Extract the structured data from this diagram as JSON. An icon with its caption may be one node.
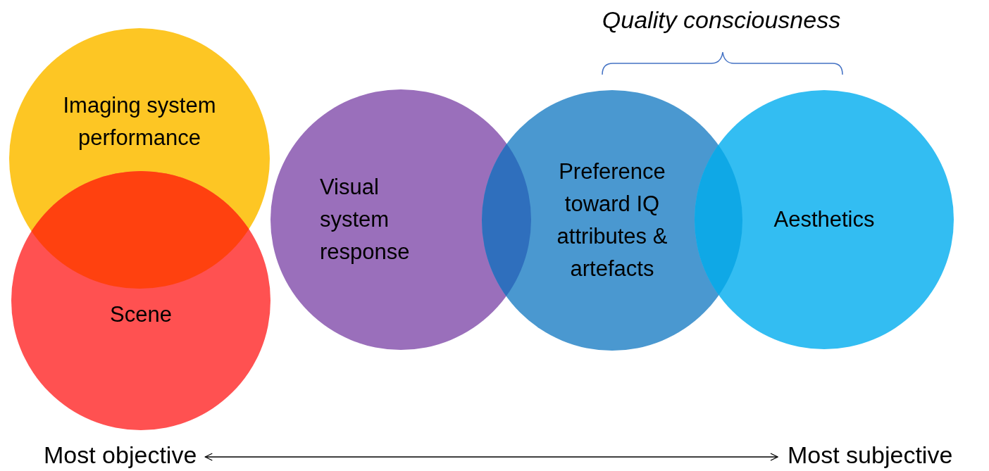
{
  "diagram": {
    "nodes": [
      {
        "text": [
          "Imaging system performance"
        ]
      },
      {
        "text": [
          "Scene"
        ]
      },
      {
        "text": [
          "Visual system response"
        ]
      },
      {
        "text": [
          "Preference toward IQ attributes & artefacts"
        ]
      },
      {
        "text": [
          "Aesthetics"
        ]
      },
      {
        "text": [
          "Most objective"
        ]
      },
      {
        "text": [
          "Most subjective"
        ]
      }
    ],
    "edges": [
      {
        "from": 5,
        "to": 6,
        "arrow": "both"
      }
    ],
    "labels": [
      "Quality consciousness"
    ]
  }
}
